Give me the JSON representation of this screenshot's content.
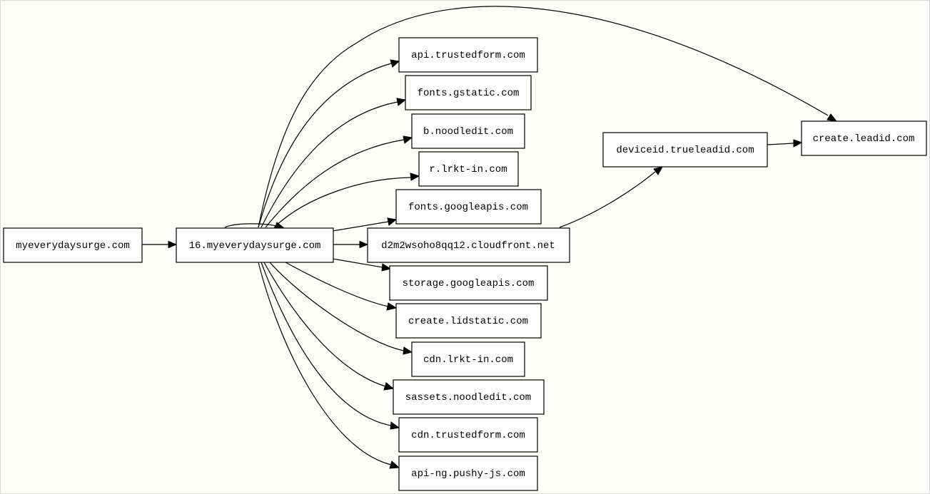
{
  "nodes": {
    "root": "myeverydaysurge.com",
    "hub": "16.myeverydaysurge.com",
    "api_trustedform": "api.trustedform.com",
    "fonts_gstatic": "fonts.gstatic.com",
    "b_noodledit": "b.noodledit.com",
    "r_lrkt_in": "r.lrkt-in.com",
    "fonts_googleapis": "fonts.googleapis.com",
    "cloudfront": "d2m2wsoho8qq12.cloudfront.net",
    "storage_googleapis": "storage.googleapis.com",
    "create_lidstatic": "create.lidstatic.com",
    "cdn_lrkt_in": "cdn.lrkt-in.com",
    "sassets_noodledit": "sassets.noodledit.com",
    "cdn_trustedform": "cdn.trustedform.com",
    "api_ng_pushy": "api-ng.pushy-js.com",
    "deviceid_trueleadid": "deviceid.trueleadid.com",
    "create_leadid": "create.leadid.com"
  },
  "edges": [
    [
      "root",
      "hub"
    ],
    [
      "hub",
      "hub"
    ],
    [
      "hub",
      "api_trustedform"
    ],
    [
      "hub",
      "fonts_gstatic"
    ],
    [
      "hub",
      "b_noodledit"
    ],
    [
      "hub",
      "r_lrkt_in"
    ],
    [
      "hub",
      "fonts_googleapis"
    ],
    [
      "hub",
      "cloudfront"
    ],
    [
      "hub",
      "storage_googleapis"
    ],
    [
      "hub",
      "create_lidstatic"
    ],
    [
      "hub",
      "cdn_lrkt_in"
    ],
    [
      "hub",
      "sassets_noodledit"
    ],
    [
      "hub",
      "cdn_trustedform"
    ],
    [
      "hub",
      "api_ng_pushy"
    ],
    [
      "hub",
      "create_leadid"
    ],
    [
      "cloudfront",
      "deviceid_trueleadid"
    ],
    [
      "deviceid_trueleadid",
      "create_leadid"
    ]
  ]
}
